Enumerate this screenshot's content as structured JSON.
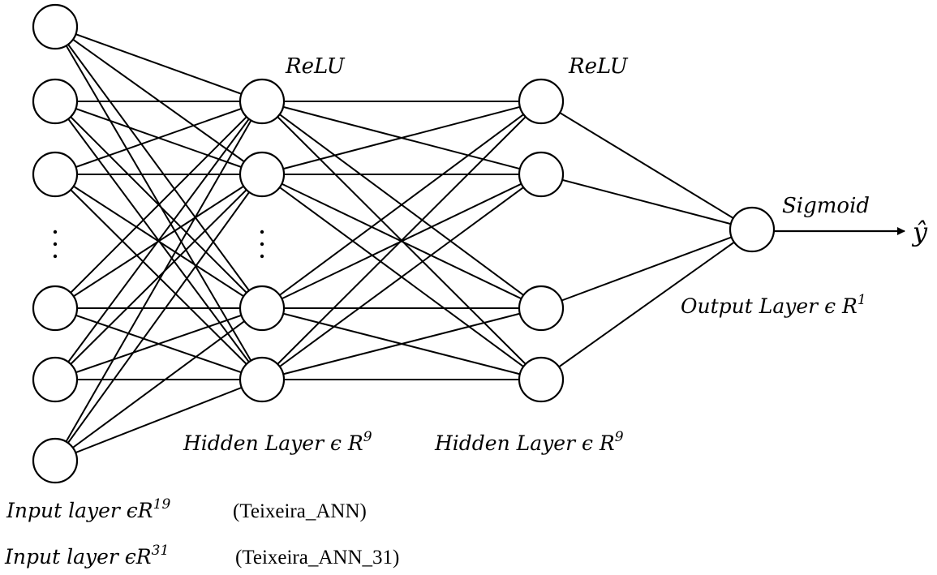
{
  "activations": {
    "hidden1": "ReLU",
    "hidden2": "ReLU",
    "output": "Sigmoid"
  },
  "output_symbol": "ŷ",
  "layers": {
    "hidden1": {
      "label": "Hidden Layer ϵ R",
      "superscript": "9"
    },
    "hidden2": {
      "label": "Hidden Layer ϵ R",
      "superscript": "9"
    },
    "output": {
      "label": "Output Layer ϵ R",
      "superscript": "1"
    }
  },
  "inputs": [
    {
      "label": "Input layer ϵR",
      "superscript": "19",
      "model": "(Teixeira_ANN)"
    },
    {
      "label": "Input layer ϵR",
      "superscript": "31",
      "model": "(Teixeira_ANN_31)"
    }
  ]
}
